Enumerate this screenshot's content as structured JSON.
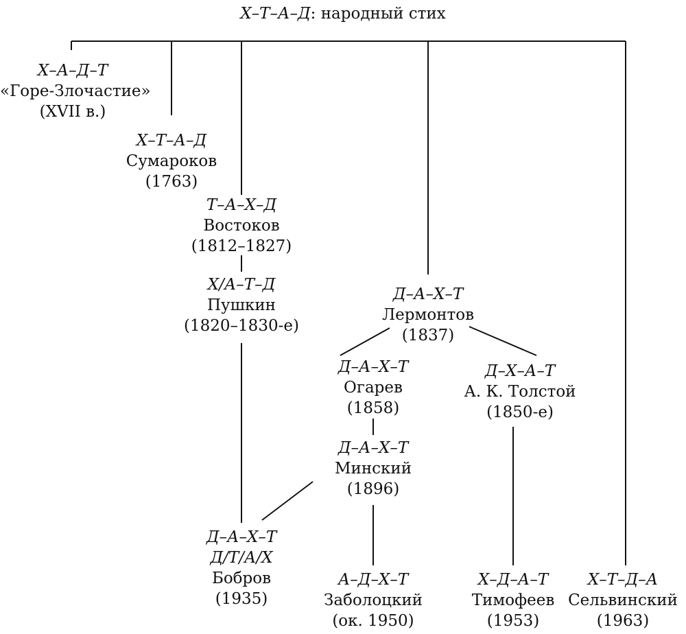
{
  "root": {
    "formula": "Х–Т–А–Д",
    "label": ": народный стих"
  },
  "nodes": {
    "gore": {
      "formula": "Х–А–Д–Т",
      "name": "«Горе-Злочастие»",
      "date": "(XVII в.)"
    },
    "sumarokov": {
      "formula": "Х–Т–А–Д",
      "name": "Сумароков",
      "date": "(1763)"
    },
    "vostokov": {
      "formula": "Т–А–Х–Д",
      "name": "Востоков",
      "date": "(1812–1827)"
    },
    "pushkin": {
      "formula": "Х/А–Т–Д",
      "name": "Пушкин",
      "date": "(1820–1830-е)"
    },
    "lermontov": {
      "formula": "Д–А–Х–Т",
      "name": "Лермонтов",
      "date": "(1837)"
    },
    "ogarev": {
      "formula": "Д–А–Х–Т",
      "name": "Огарев",
      "date": "(1858)"
    },
    "tolstoy": {
      "formula": "Д–Х–А–Т",
      "name": "А. К. Толстой",
      "date": "(1850-е)"
    },
    "minsky": {
      "formula": "Д–А–Х–Т",
      "name": "Минский",
      "date": "(1896)"
    },
    "bobrov": {
      "formula": "Д–А–Х–Т",
      "formula2": "Д/Т/А/Х",
      "name": "Бобров",
      "date": "(1935)"
    },
    "zabolotsky": {
      "formula": "А–Д–Х–Т",
      "name": "Заболоцкий",
      "date": "(ок. 1950)"
    },
    "timofeev": {
      "formula": "Х–Д–А–Т",
      "name": "Тимофеев",
      "date": "(1953)"
    },
    "selvinsky": {
      "formula": "Х–Т–Д–А",
      "name": "Сельвинский",
      "date": "(1963)"
    }
  }
}
